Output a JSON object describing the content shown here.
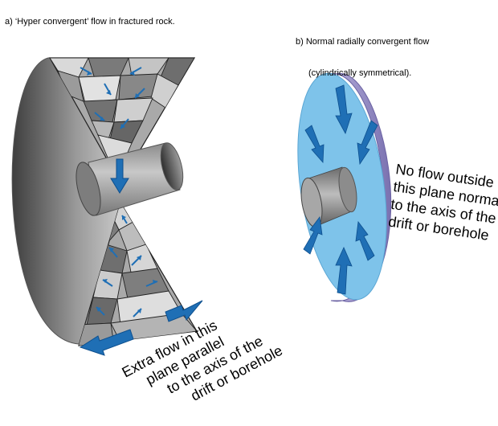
{
  "panel_a": {
    "caption": "a) ‘Hyper convergent’ flow in fractured rock.",
    "annotation": {
      "lines": [
        "Extra flow in this",
        "plane parallel",
        "to the axis of the",
        "drift or borehole"
      ]
    }
  },
  "panel_b": {
    "caption_lines": [
      "b) Normal radially convergent flow",
      "(cylindrically symmetrical)."
    ],
    "annotation": {
      "lines": [
        "No flow outside",
        "this plane normal",
        "to the axis of the",
        "drift or borehole"
      ]
    }
  },
  "colors": {
    "flow_arrow": "#1f6fb5",
    "disc_face": "#7ec3ea",
    "disc_edge": "#8f86c0",
    "rock_gray": "#8c8c8c",
    "cylinder_gray": "#9a9a9a"
  }
}
